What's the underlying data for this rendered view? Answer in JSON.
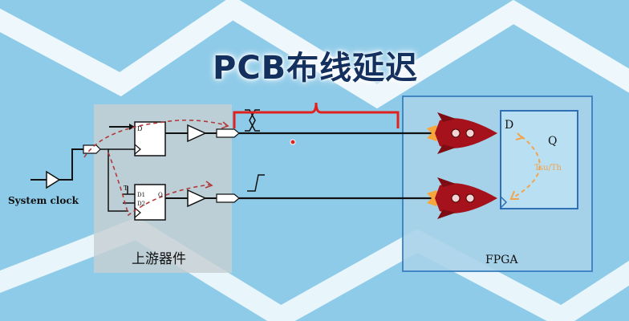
{
  "title": {
    "prefix": "PCB",
    "suffix": "布线延迟"
  },
  "labels": {
    "system_clock": "System clock",
    "upstream_device": "上游器件",
    "fpga": "FPGA",
    "ff_d": "D",
    "ff_q": "Q",
    "timing": "Tsu/Th",
    "mux_d1": "D1",
    "mux_d2": "D2",
    "mux_q": "Q",
    "mux_sel": "T",
    "upstream_ff_d": "D"
  },
  "colors": {
    "background": "#8ecbe8",
    "bracket": "#e0211d",
    "dashed_path": "#b23a3a",
    "timing_arrow": "#f4a24b",
    "title": "#14305e",
    "wire": "#111111"
  },
  "icons": [
    "rocket-icon",
    "buffer-icon",
    "flip-flop-icon"
  ]
}
